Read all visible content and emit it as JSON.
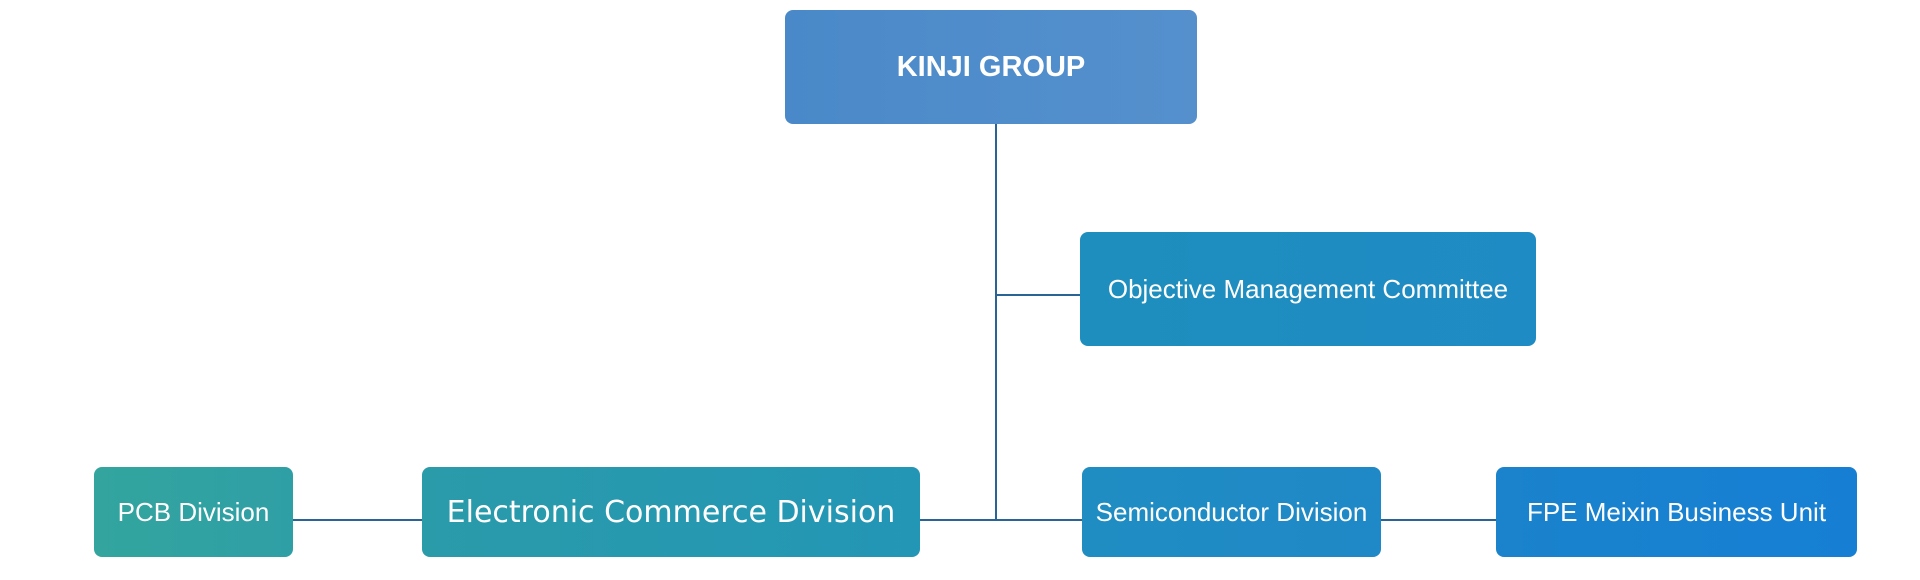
{
  "org_chart": {
    "root": {
      "label": "KINJI GROUP"
    },
    "objective_committee": {
      "label": "Objective Management Committee"
    },
    "pcb_division": {
      "label": "PCB Division"
    },
    "ecommerce_division": {
      "label": "Electronic Commerce Division"
    },
    "semiconductor_division": {
      "label": "Semiconductor Division"
    },
    "fpe_unit": {
      "label": "FPE Meixin Business Unit"
    }
  },
  "colors": {
    "connector": "#2a6496",
    "root_fill": "#4f8ccb",
    "committee_fill": "#1e8dc0",
    "pcb_fill": "#33a39f",
    "ecommerce_fill": "#2699b0",
    "semiconductor_fill": "#1f8bc4",
    "fpe_fill": "#1881d0"
  }
}
